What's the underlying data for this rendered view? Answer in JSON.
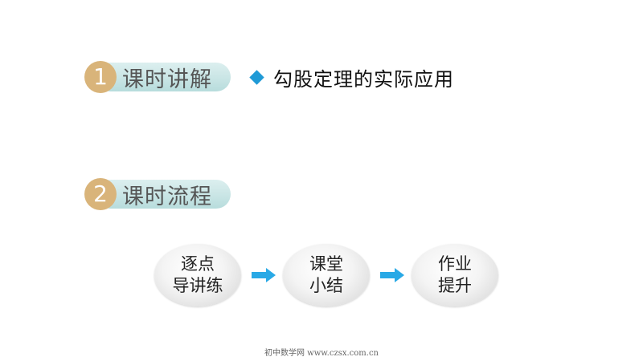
{
  "sections": [
    {
      "number": "1",
      "label": "课时讲解"
    },
    {
      "number": "2",
      "label": "课时流程"
    }
  ],
  "topic": {
    "bullet_icon": "diamond-icon",
    "text": "勾股定理的实际应用",
    "bullet_color": "#1f9ad6"
  },
  "flow": {
    "steps": [
      {
        "line1": "逐点",
        "line2": "导讲练"
      },
      {
        "line1": "课堂",
        "line2": "小结"
      },
      {
        "line1": "作业",
        "line2": "提升"
      }
    ],
    "arrow_icon": "right-arrow-icon",
    "arrow_color": "#29a9e6"
  },
  "colors": {
    "number_circle": "#d9b47a",
    "pill_fill": "#c7e4e4"
  },
  "footer": "初中数学网 www.czsx.com.cn"
}
